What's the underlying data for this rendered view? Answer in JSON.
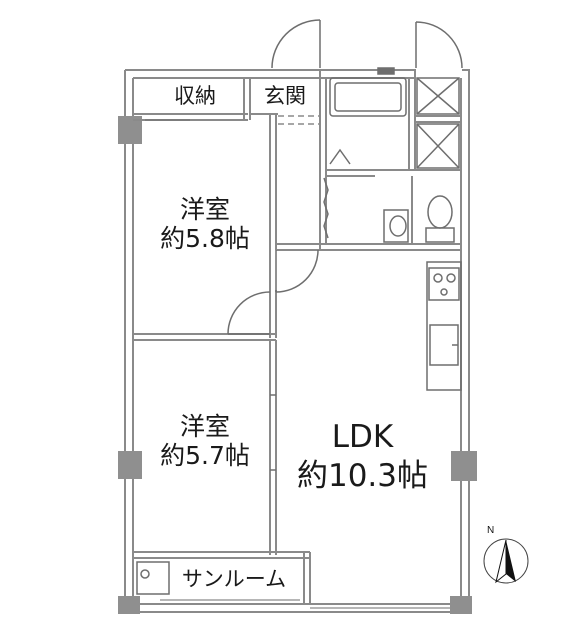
{
  "rooms": {
    "storage": {
      "label": "収納"
    },
    "entrance": {
      "label": "玄関"
    },
    "western_room_1": {
      "name": "洋室",
      "size": "約5.8帖"
    },
    "western_room_2": {
      "name": "洋室",
      "size": "約5.7帖"
    },
    "ldk": {
      "name": "LDK",
      "size": "約10.3帖"
    },
    "sunroom": {
      "label": "サンルーム"
    }
  },
  "compass": {
    "label": "N"
  },
  "colors": {
    "wall": "#8a8a8a",
    "wall_fill": "#bdbdbd",
    "pillar": "#8f8f8f",
    "line": "#6e6e6e"
  }
}
